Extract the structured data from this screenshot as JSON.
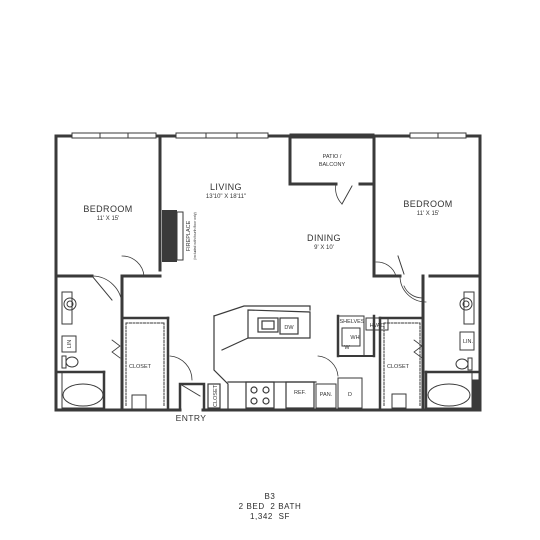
{
  "plan": {
    "bedroom_left": {
      "name": "BEDROOM",
      "dims": "11' X 15'"
    },
    "bedroom_right": {
      "name": "BEDROOM",
      "dims": "11' X 15'"
    },
    "living": {
      "name": "LIVING",
      "dims": "13'10\" X 18'11\""
    },
    "dining": {
      "name": "DINING",
      "dims": "9' X 10'"
    },
    "patio": {
      "line1": "PATIO /",
      "line2": "BALCONY"
    },
    "fireplace": {
      "label": "FIREPLACE",
      "note": "(included with fourth floor only)"
    },
    "closet_left": "CLOSET",
    "closet_right": "CLOSET",
    "closet_entry": "CLOSET",
    "lin_left": "LIN",
    "lin_right": "LIN.",
    "shelves": "SHELVES",
    "hvac": "HVAC",
    "wh": "WH",
    "w": "W",
    "d": "D",
    "dw": "DW",
    "ref": "REF.",
    "pan": "PAN.",
    "entry": "ENTRY"
  },
  "unit": {
    "name": "B3",
    "beds_baths": "2 BED  2 BATH",
    "area": "1,342  SF"
  }
}
